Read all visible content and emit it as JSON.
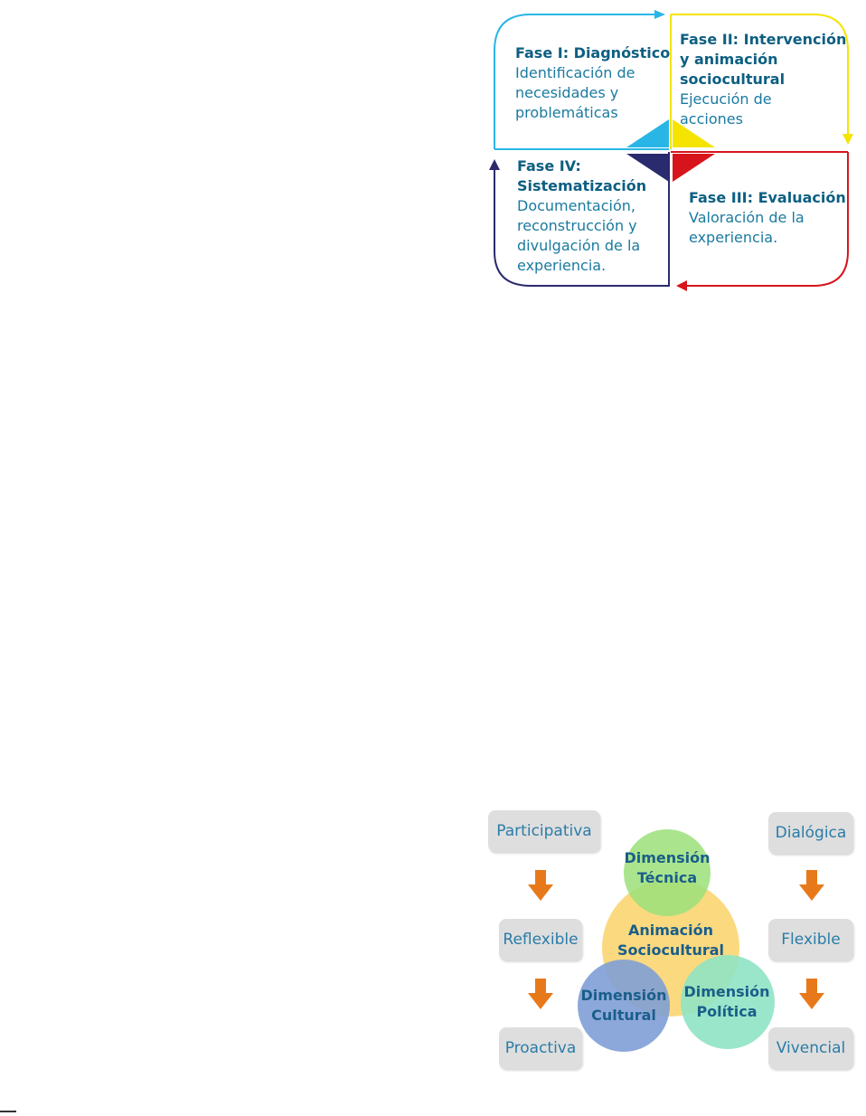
{
  "cycle": {
    "phases": [
      {
        "title": "Fase I: Diagnóstico",
        "desc": [
          "Identificación de",
          "necesidades y",
          "problemáticas"
        ],
        "color": "#29b6e6"
      },
      {
        "title": [
          "Fase II: Intervención",
          "y animación",
          "sociocultural"
        ],
        "desc": [
          "Ejecución de",
          "acciones"
        ],
        "color": "#f5e400"
      },
      {
        "title": "Fase III: Evaluación",
        "desc": [
          "Valoración de la",
          "experiencia."
        ],
        "color": "#d7141b"
      },
      {
        "title": [
          "Fase IV:",
          "Sistematización"
        ],
        "desc": [
          "Documentación,",
          "reconstrucción y",
          "divulgación de la",
          "experiencia."
        ],
        "color": "#2a2a6e"
      }
    ]
  },
  "dimensions": {
    "left_pills": [
      "Participativa",
      "Reflexible",
      "Proactiva"
    ],
    "right_pills": [
      "Dialógica",
      "Flexible",
      "Vivencial"
    ],
    "center": [
      "Animación",
      "Sociocultural"
    ],
    "tecnica": [
      "Dimensión",
      "Técnica"
    ],
    "cultural": [
      "Dimensión",
      "Cultural"
    ],
    "politica": [
      "Dimensión",
      "Política"
    ],
    "colors": {
      "center": "#fbd97f",
      "tecnica": "#9be07a",
      "cultural": "#7f9fd6",
      "politica": "#8fe3c4",
      "arrow": "#e8791a",
      "pill": "#dedede"
    }
  }
}
